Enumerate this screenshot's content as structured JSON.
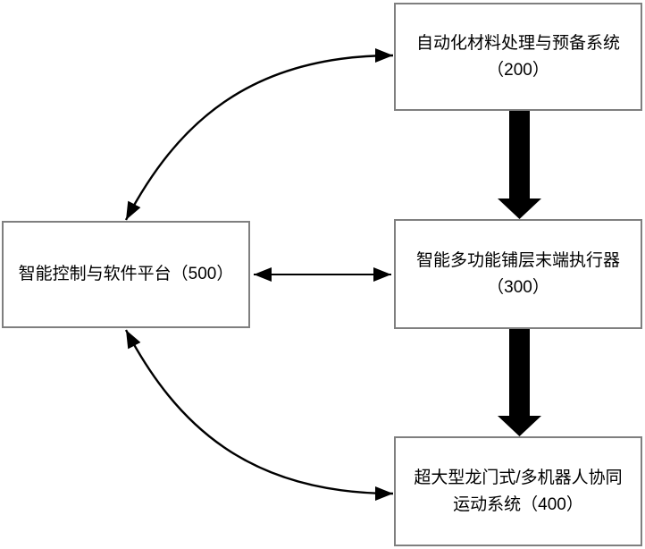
{
  "diagram": {
    "type": "block-flow-diagram",
    "background": "#ffffff",
    "boxes": {
      "material_prep": {
        "id": "200",
        "label": "自动化材料处理与预备系统\n（200）"
      },
      "layup_end_effector": {
        "id": "300",
        "label": "智能多功能铺层末端执行器\n（300）"
      },
      "gantry_motion": {
        "id": "400",
        "label": "超大型龙门式/多机器人协同\n运动系统（400）"
      },
      "control_platform": {
        "id": "500",
        "label": "智能控制与软件平台（500）"
      }
    },
    "connections": [
      {
        "from": "500",
        "to": "200",
        "type": "bidirectional",
        "style": "curved-double-arrow"
      },
      {
        "from": "500",
        "to": "300",
        "type": "bidirectional",
        "style": "straight-double-arrow"
      },
      {
        "from": "500",
        "to": "400",
        "type": "bidirectional",
        "style": "curved-double-arrow"
      },
      {
        "from": "200",
        "to": "300",
        "type": "directional",
        "style": "thick-solid-arrow"
      },
      {
        "from": "300",
        "to": "400",
        "type": "directional",
        "style": "thick-solid-arrow"
      }
    ],
    "colors": {
      "box_border": "#7f7f7f",
      "box_fill": "#ffffff",
      "text": "#000000",
      "arrow": "#000000"
    }
  }
}
